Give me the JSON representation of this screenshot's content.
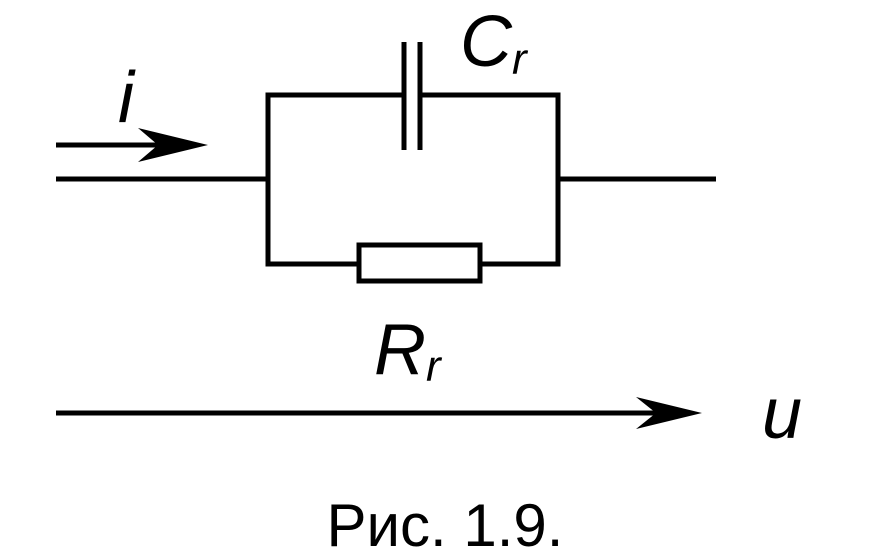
{
  "current": {
    "symbol": "i"
  },
  "capacitor": {
    "symbol": "C",
    "subscript": "r"
  },
  "resistor": {
    "symbol": "R",
    "subscript": "r"
  },
  "voltage": {
    "symbol": "u"
  },
  "caption": "Рис. 1.9.",
  "colors": {
    "line": "#000000",
    "background": "#ffffff"
  }
}
